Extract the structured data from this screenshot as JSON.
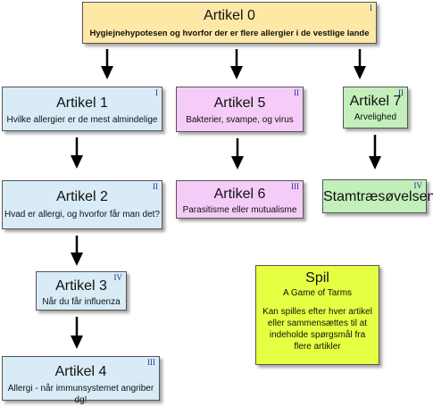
{
  "colors": {
    "yellow": "#fde8a6",
    "blue": "#d9ebf7",
    "pink": "#f4ccf7",
    "green": "#c3efba",
    "lime": "#e6ff42",
    "roman": "#1f2f9a"
  },
  "nodes": {
    "artikel0": {
      "title": "Artikel 0",
      "subtitle": "Hygiejnehypotesen og hvorfor der er flere allergier i de vestlige lande",
      "roman": "I"
    },
    "artikel1": {
      "title": "Artikel 1",
      "subtitle": "Hvilke allergier er de mest almindelige",
      "roman": "I"
    },
    "artikel2": {
      "title": "Artikel 2",
      "subtitle": "Hvad er allergi, og hvorfor får man det?",
      "roman": "II"
    },
    "artikel3": {
      "title": "Artikel 3",
      "subtitle": "Når du får influenza",
      "roman": "IV"
    },
    "artikel4": {
      "title": "Artikel 4",
      "subtitle": "Allergi - når immunsystemet angriber dg!",
      "roman": "III"
    },
    "artikel5": {
      "title": "Artikel 5",
      "subtitle": "Bakterier, svampe, og virus",
      "roman": "II"
    },
    "artikel6": {
      "title": "Artikel 6",
      "subtitle": "Parasitisme eller mutualisme",
      "roman": "III"
    },
    "artikel7": {
      "title": "Artikel 7",
      "subtitle": "Arvelighed",
      "roman": "II"
    },
    "stamtrae": {
      "title": "Stamtræsøvelsen",
      "roman": "IV"
    },
    "spil": {
      "title": "Spil",
      "subtitle": "A Game of Tarms",
      "description": "Kan spilles efter hver artikel eller sammensættes til at indeholde spørgsmål fra flere artikler"
    }
  },
  "edges": [
    {
      "from": "artikel0",
      "to": "artikel1"
    },
    {
      "from": "artikel0",
      "to": "artikel5"
    },
    {
      "from": "artikel0",
      "to": "artikel7"
    },
    {
      "from": "artikel1",
      "to": "artikel2"
    },
    {
      "from": "artikel2",
      "to": "artikel3"
    },
    {
      "from": "artikel3",
      "to": "artikel4"
    },
    {
      "from": "artikel5",
      "to": "artikel6"
    },
    {
      "from": "artikel7",
      "to": "stamtrae"
    }
  ]
}
